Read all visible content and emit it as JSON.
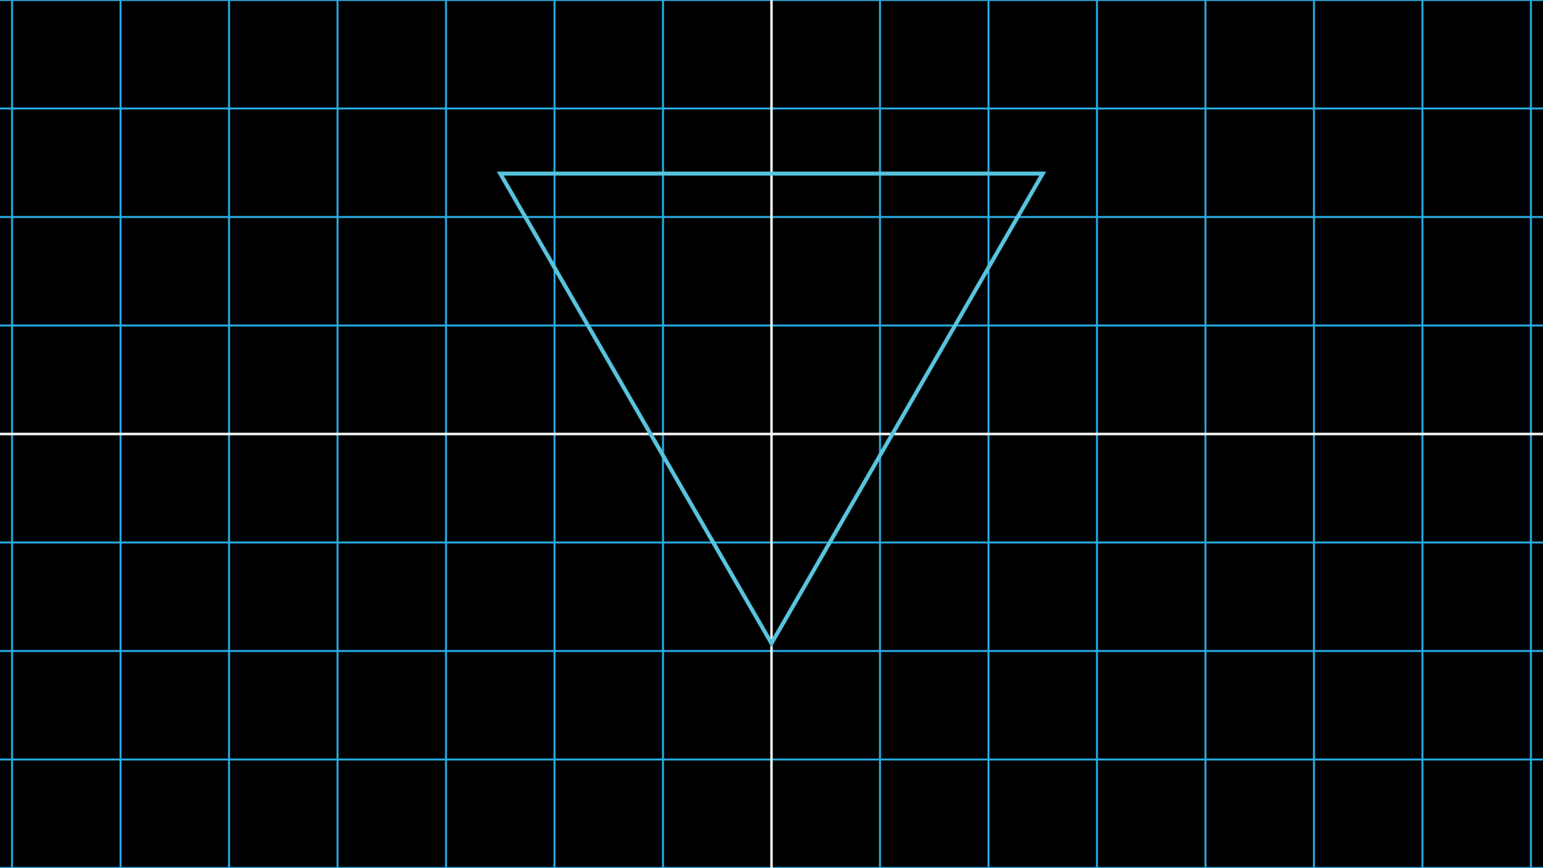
{
  "canvas": {
    "background": "#000000"
  },
  "grid": {
    "line_color": "#29abe2",
    "axis_color": "#ffffff",
    "x_range": [
      -7.1,
      7.1
    ],
    "y_range": [
      -4,
      4
    ],
    "step": 1,
    "show_grid": true,
    "show_axes": true
  },
  "shapes": [
    {
      "type": "triangle",
      "name": "inverted-triangle",
      "stroke": "#58c4dd",
      "fill": "none",
      "vertices": [
        [
          -2.5,
          2.4
        ],
        [
          2.5,
          2.4
        ],
        [
          0,
          -1.93
        ]
      ]
    }
  ]
}
